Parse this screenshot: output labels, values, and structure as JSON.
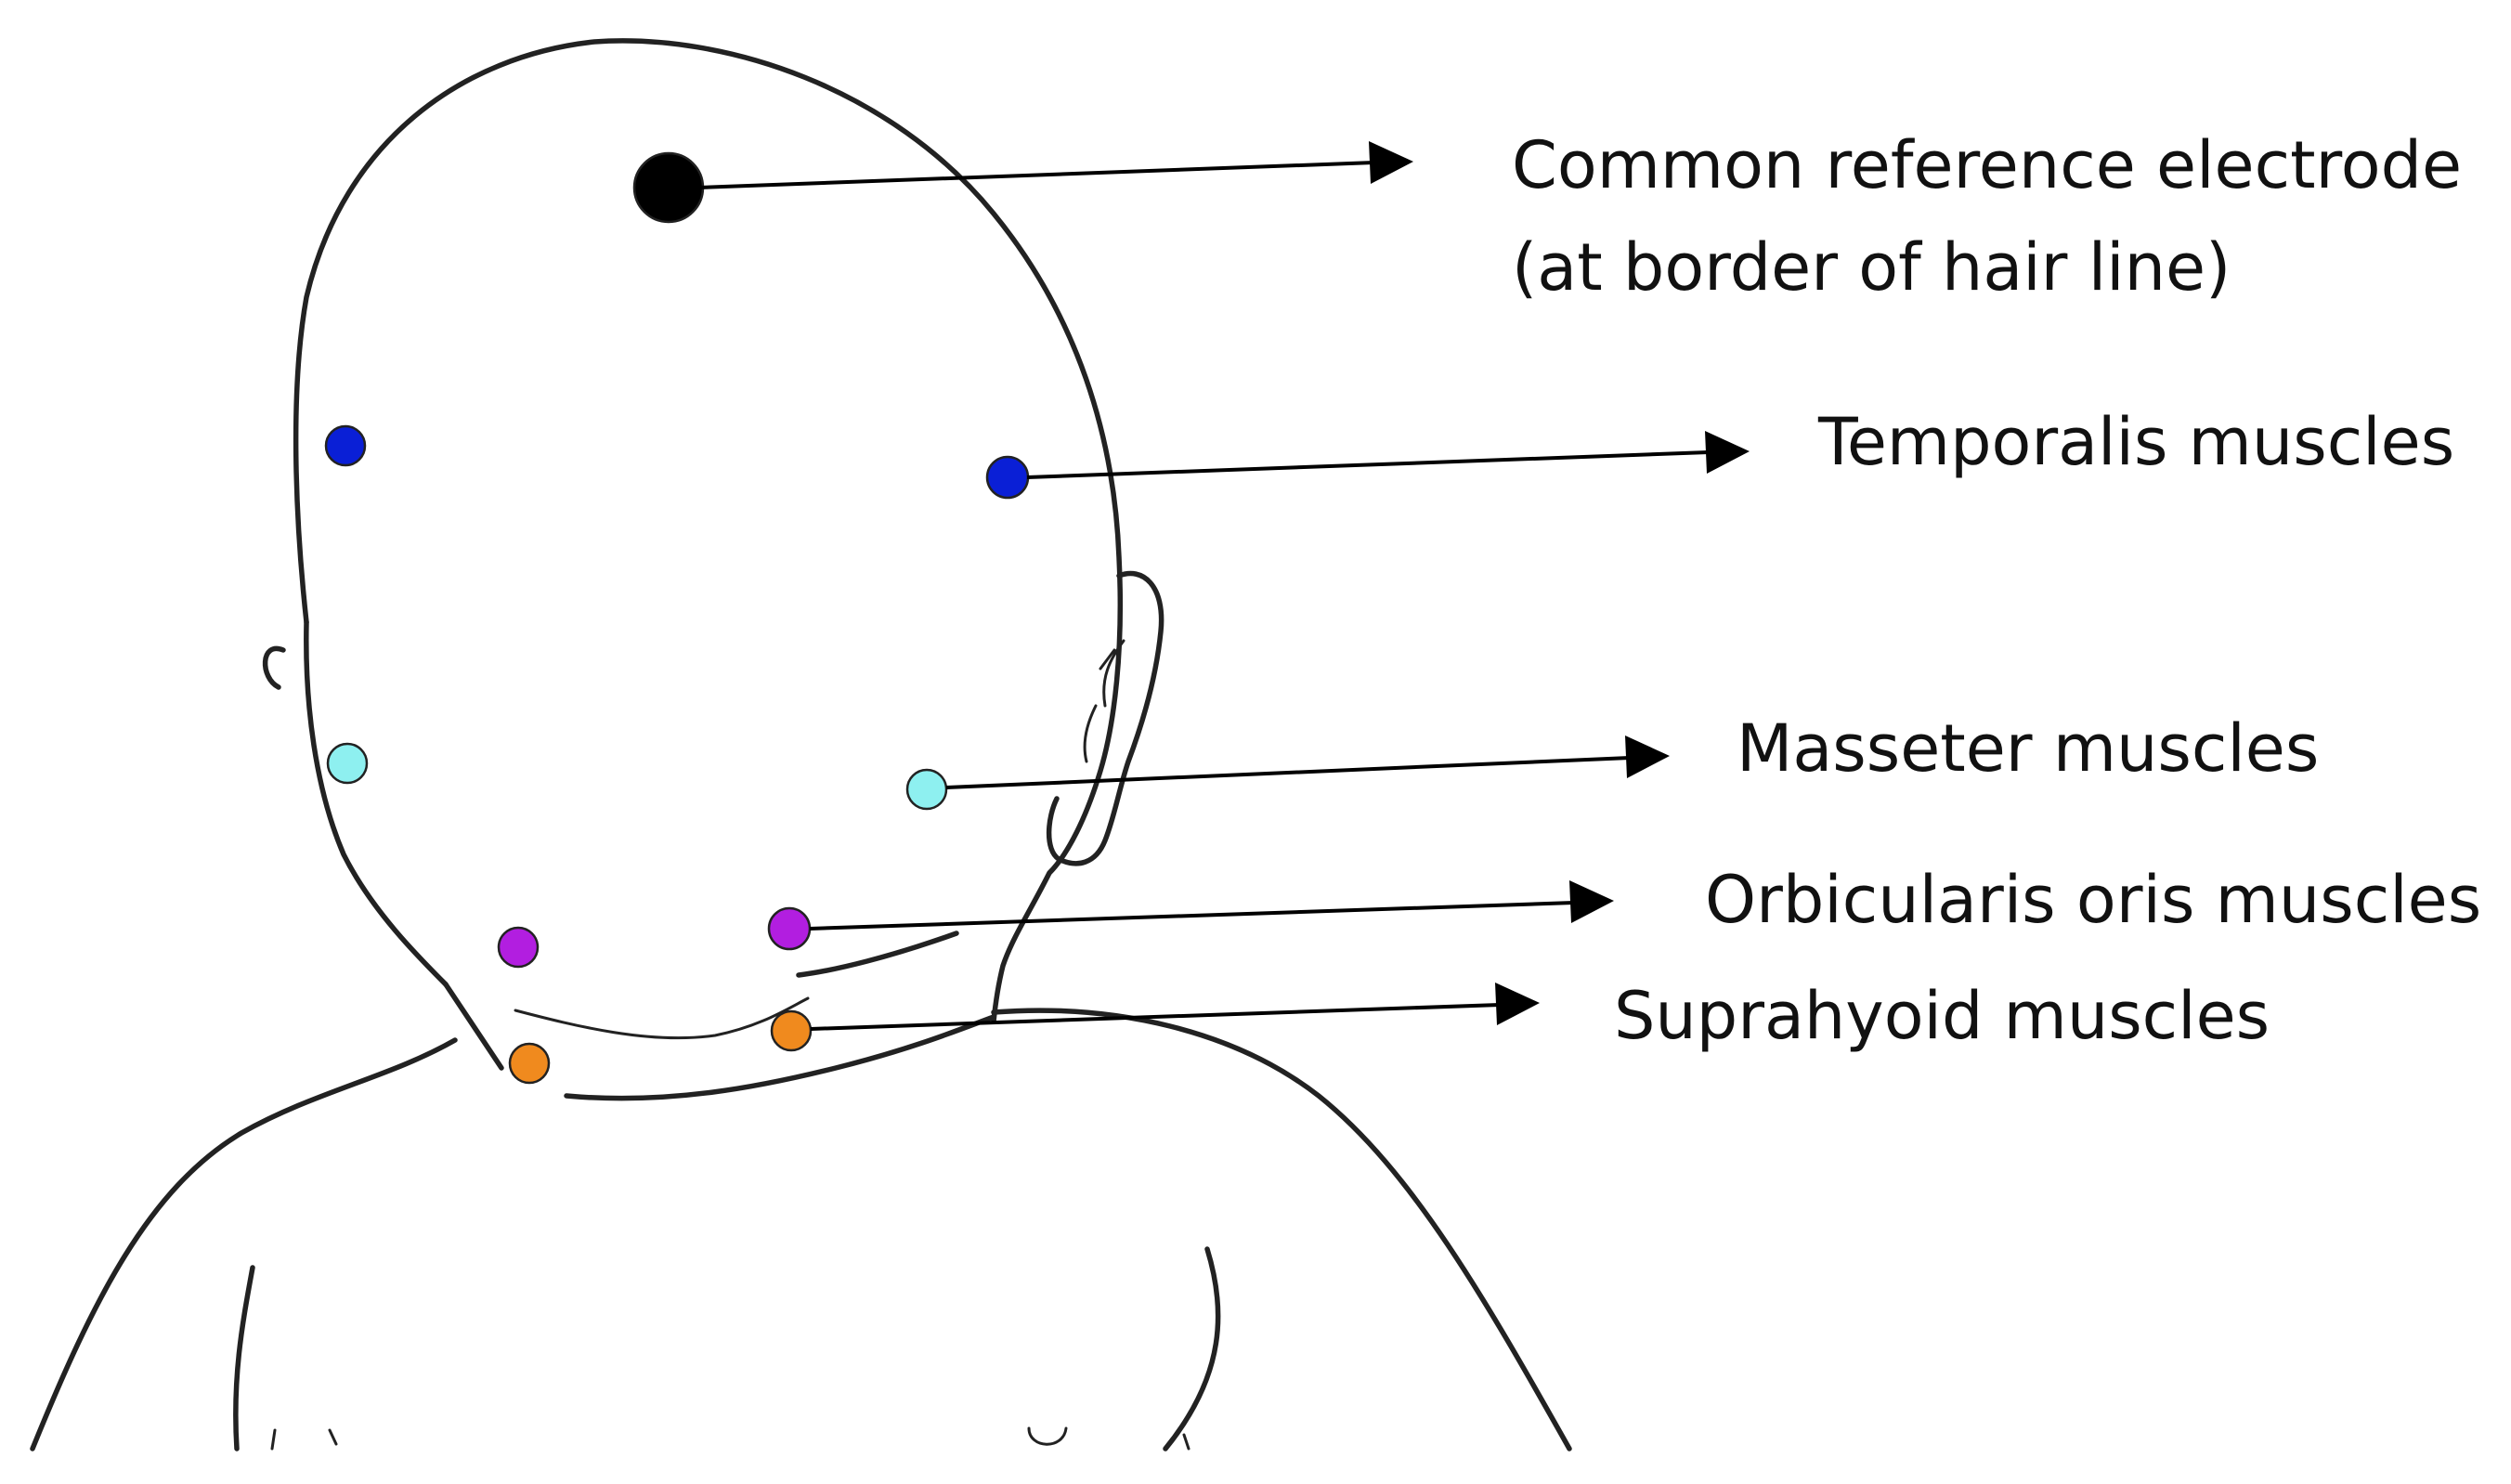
{
  "labels": {
    "reference_line1": "Common reference electrode",
    "reference_line2": "(at border of hair line)",
    "temporalis": "Temporalis muscles",
    "masseter": "Masseter muscles",
    "orbicularis": "Orbicularis oris muscles",
    "suprahyoid": "Suprahyoid muscles"
  },
  "colors": {
    "reference": "#000000",
    "temporalis": "#0a1fd6",
    "masseter": "#8ef0f0",
    "orbicularis": "#b21ee0",
    "suprahyoid": "#f08a1e"
  }
}
